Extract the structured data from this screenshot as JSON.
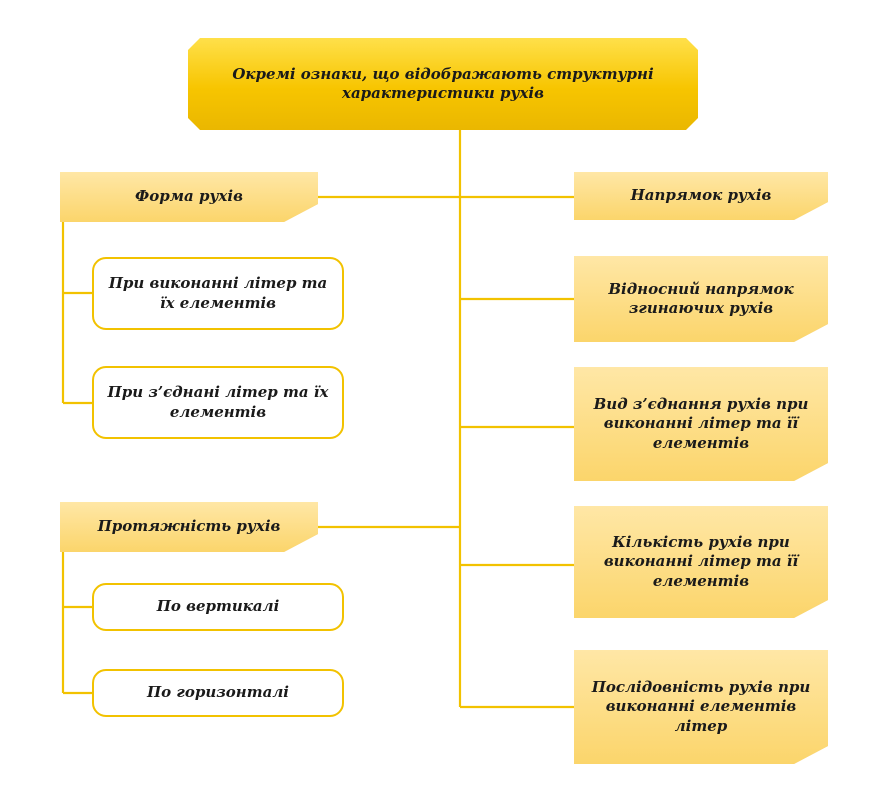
{
  "diagram": {
    "root": {
      "line1": "Окремі ознаки, що відображають структурні",
      "line2": "характеристики рухів"
    },
    "left_groups": [
      {
        "title": "Форма рухів",
        "children": [
          {
            "line1": "При виконанні літер та",
            "line2": "їх елементів"
          },
          {
            "line1": "При з’єднані літер та їх",
            "line2": "елементів"
          }
        ]
      },
      {
        "title": "Протяжність рухів",
        "children": [
          {
            "line1": "По вертикалі"
          },
          {
            "line1": "По горизонталі"
          }
        ]
      }
    ],
    "right_items": [
      {
        "line1": "Напрямок рухів"
      },
      {
        "line1": "Відносний напрямок",
        "line2": "згинаючих рухів"
      },
      {
        "line1": "Вид з’єднання рухів при",
        "line2": "виконанні літер та її",
        "line3": "елементів"
      },
      {
        "line1": "Кількість рухів при",
        "line2": "виконанні літер та її",
        "line3": "елементів"
      },
      {
        "line1": "Послідовність рухів при",
        "line2": "виконанні елементів",
        "line3": "літер"
      }
    ],
    "colors": {
      "root_fill": "#f7c500",
      "note_fill": "#fbd56b",
      "connector": "#f2c200",
      "pill_border": "#f2c200",
      "text": "#1a1a1a"
    }
  }
}
